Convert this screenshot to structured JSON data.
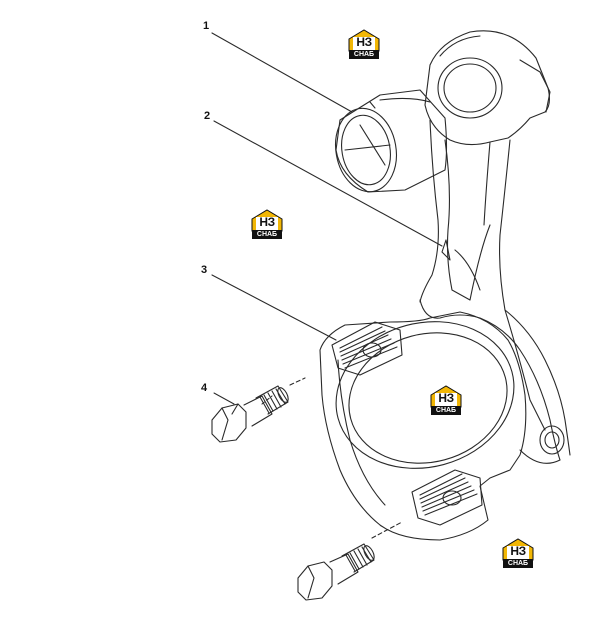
{
  "diagram": {
    "callouts": [
      {
        "id": "1",
        "label": "1"
      },
      {
        "id": "2",
        "label": "2"
      },
      {
        "id": "3",
        "label": "3"
      },
      {
        "id": "4",
        "label": "4"
      }
    ],
    "watermark": {
      "code": "НЗ",
      "word": "СНАБ",
      "accent_color": "#F2B705",
      "dark_color": "#111111"
    }
  }
}
